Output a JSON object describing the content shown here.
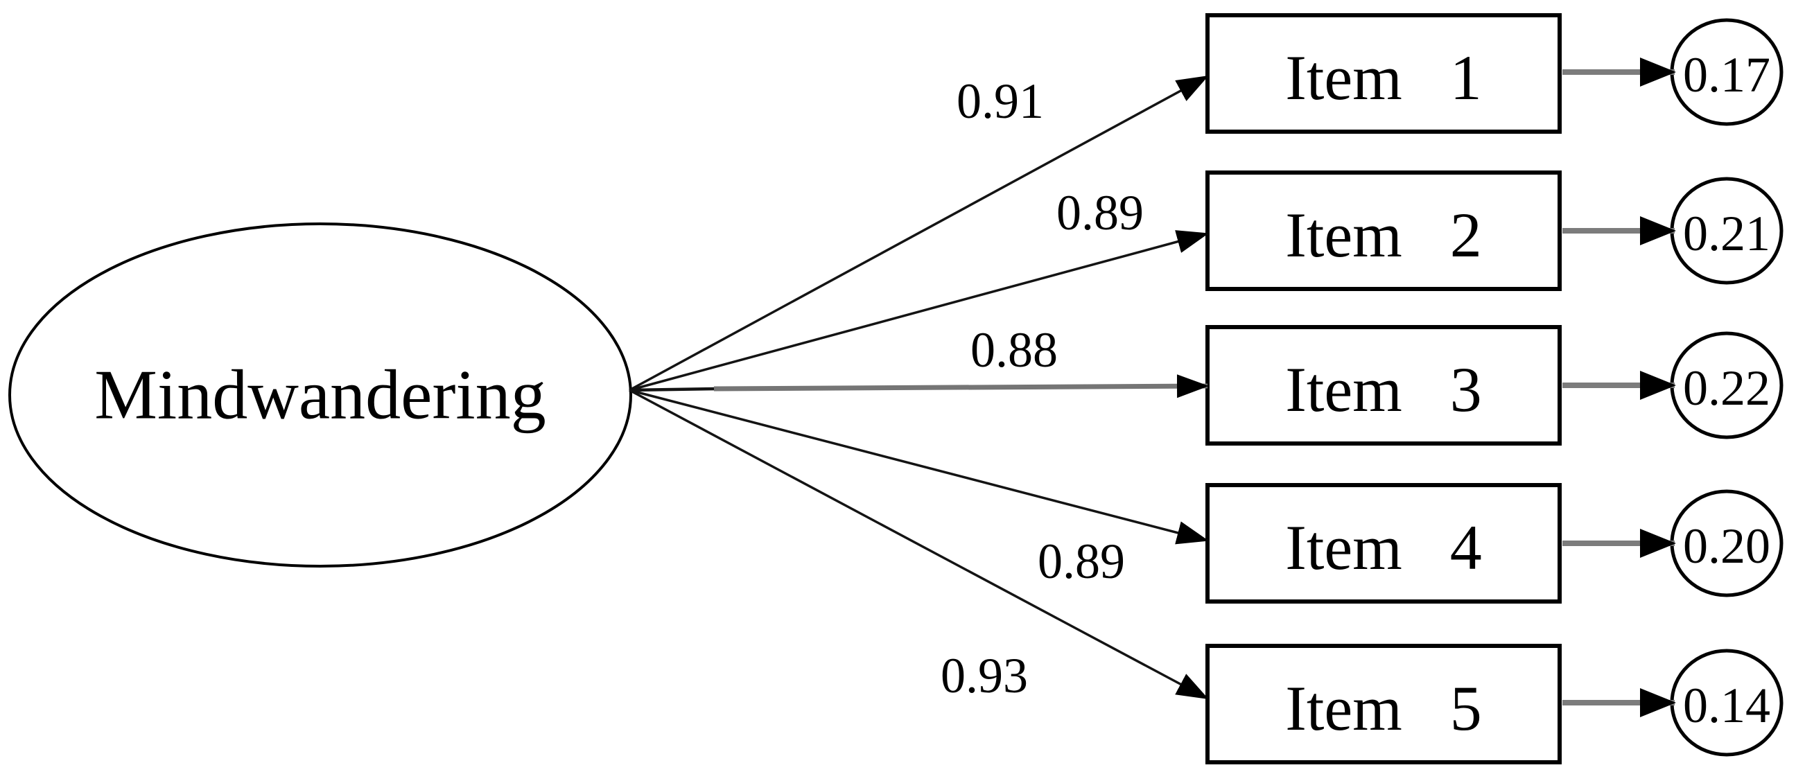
{
  "figure": {
    "type": "factor-model-path-diagram",
    "latent": {
      "label": "Mindwandering"
    },
    "items": [
      {
        "label": "Item 1",
        "loading": "0.91",
        "error": "0.17"
      },
      {
        "label": "Item 2",
        "loading": "0.89",
        "error": "0.21"
      },
      {
        "label": "Item 3",
        "loading": "0.88",
        "error": "0.22"
      },
      {
        "label": "Item 4",
        "loading": "0.89",
        "error": "0.20"
      },
      {
        "label": "Item 5",
        "loading": "0.93",
        "error": "0.14"
      }
    ],
    "colors": {
      "stroke": "#000000",
      "connector_gray": "#757575",
      "background": "#ffffff",
      "text": "#000000"
    }
  }
}
